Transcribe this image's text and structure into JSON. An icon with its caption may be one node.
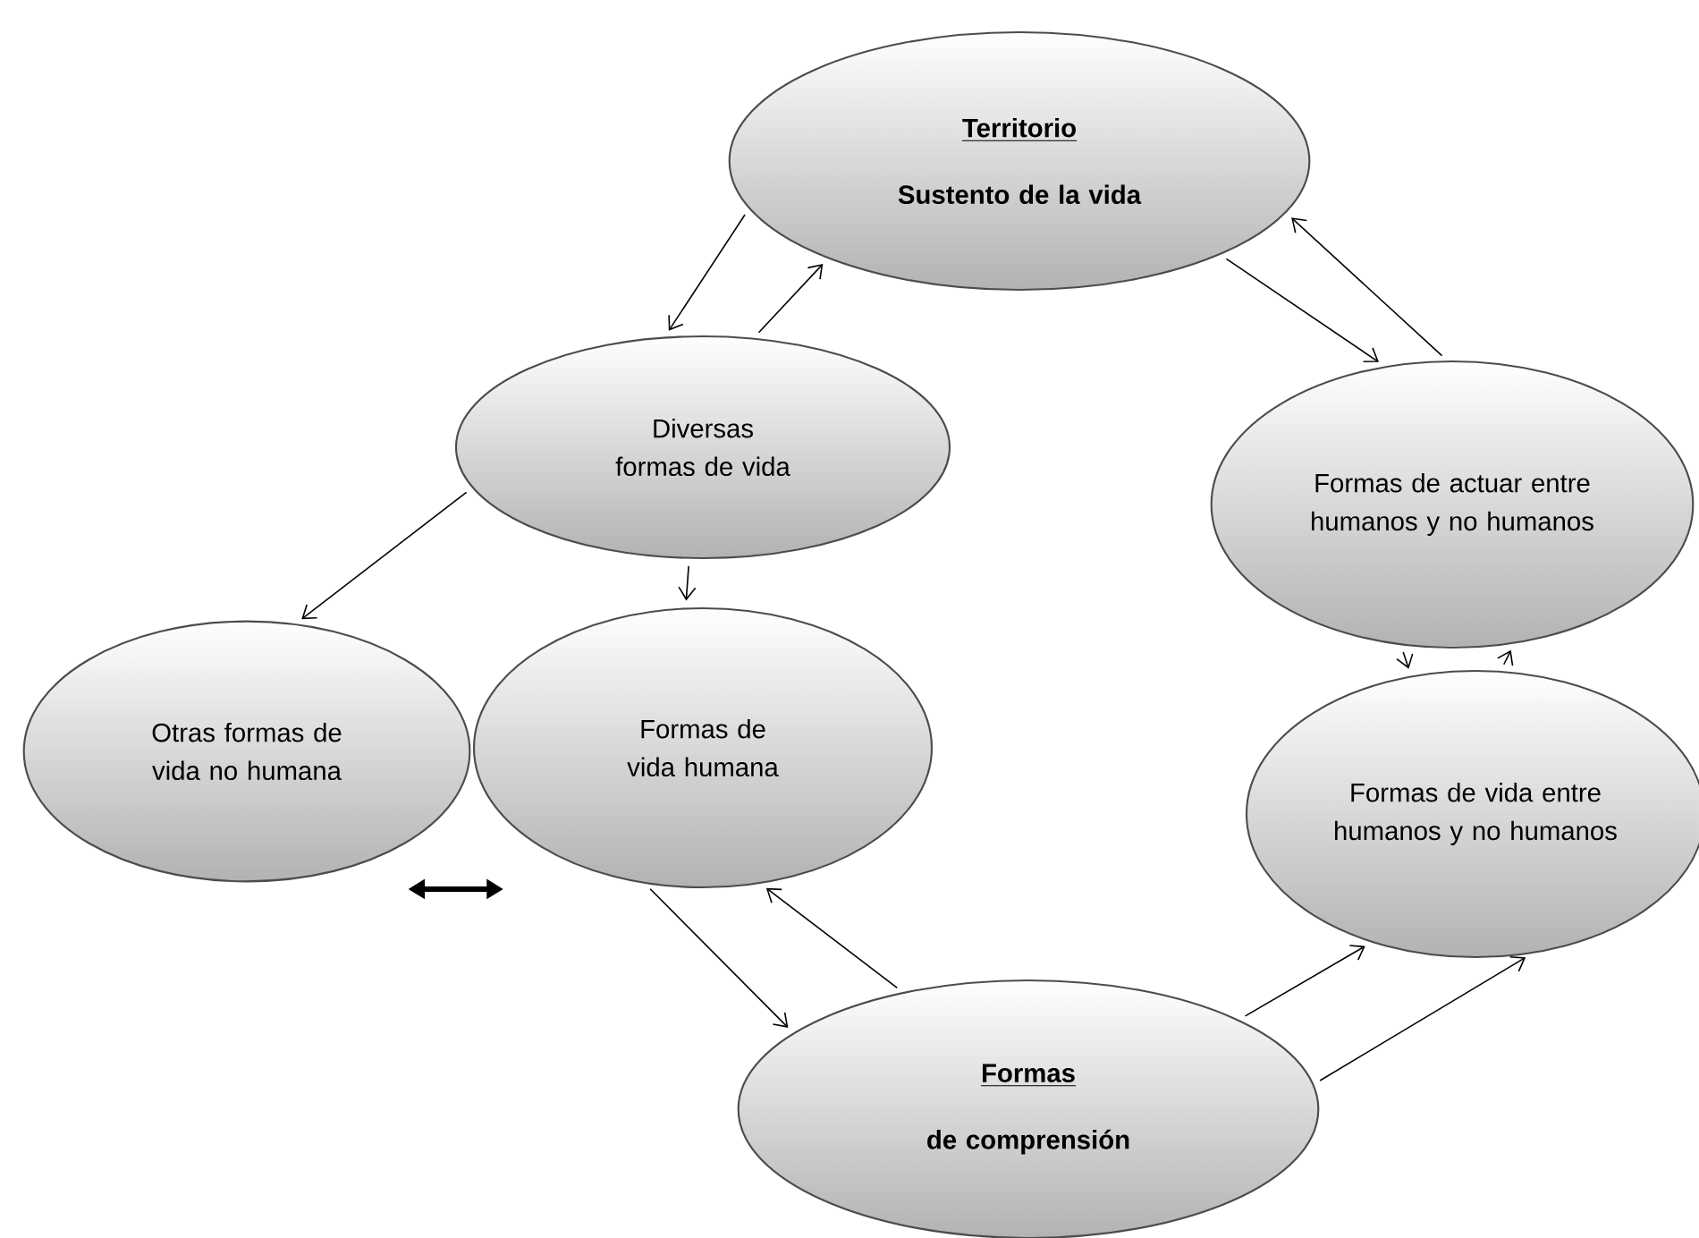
{
  "diagram": {
    "nodes": [
      {
        "text": [
          "Territorio",
          "Sustento de la vida"
        ]
      },
      {
        "text": [
          "Diversas formas de vida"
        ]
      },
      {
        "text": [
          "Formas de actuar entre humanos y no humanos"
        ]
      },
      {
        "text": [
          "Otras formas de vida no humana"
        ]
      },
      {
        "text": [
          "Formas de vida humana"
        ]
      },
      {
        "text": [
          "Formas de vida entre humanos y no humanos"
        ]
      },
      {
        "text": [
          "Formas",
          "de comprensión"
        ]
      }
    ],
    "edges": [
      {
        "from": 0,
        "to": 1,
        "arrow": "to"
      },
      {
        "from": 1,
        "to": 0,
        "arrow": "to"
      },
      {
        "from": 0,
        "to": 2,
        "arrow": "to"
      },
      {
        "from": 2,
        "to": 0,
        "arrow": "to"
      },
      {
        "from": 1,
        "to": 3,
        "arrow": "to"
      },
      {
        "from": 1,
        "to": 4,
        "arrow": "to"
      },
      {
        "from": 2,
        "to": 5,
        "arrow": "to"
      },
      {
        "from": 5,
        "to": 2,
        "arrow": "to"
      },
      {
        "from": 3,
        "to": 4,
        "arrow": "both",
        "style": "thick"
      },
      {
        "from": 4,
        "to": 6,
        "arrow": "to"
      },
      {
        "from": 6,
        "to": 4,
        "arrow": "to"
      },
      {
        "from": 6,
        "to": 5,
        "arrow": "to"
      },
      {
        "from": 6,
        "to": 5,
        "arrow": "to"
      }
    ]
  }
}
